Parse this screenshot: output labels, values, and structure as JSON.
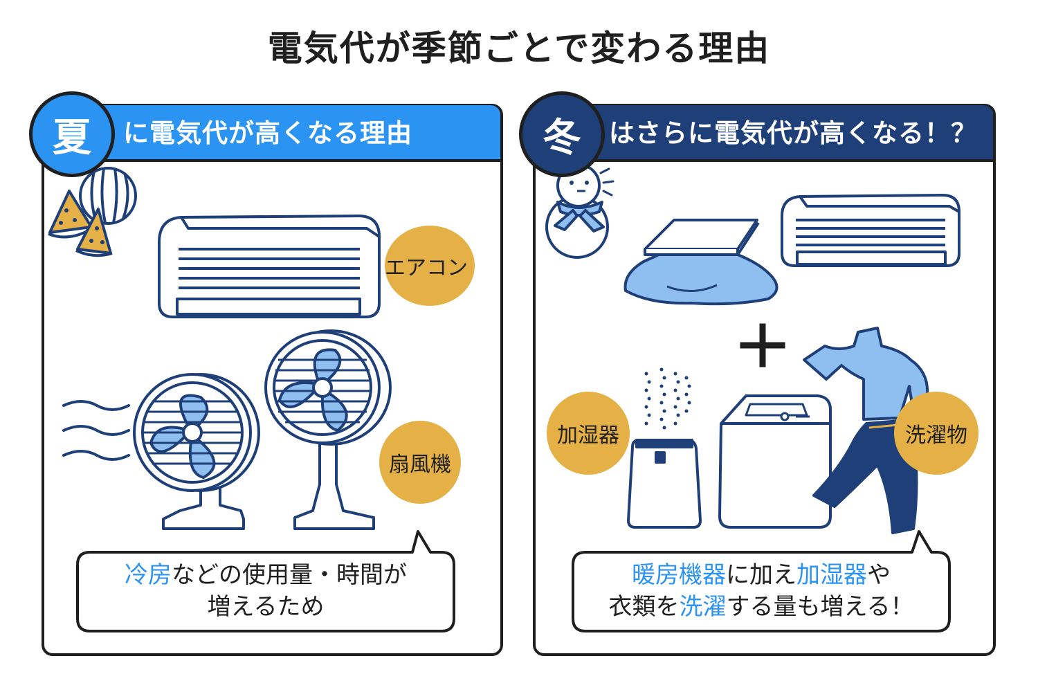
{
  "title": "電気代が季節ごとで変わる理由",
  "summer": {
    "badge": "夏",
    "header": "に電気代が高くなる理由",
    "labels": {
      "ac": "エアコン",
      "fan": "扇風機"
    },
    "bubble": {
      "line1_highlight": "冷房",
      "line1_rest": "などの使用量・時間が",
      "line2": "増えるため"
    }
  },
  "winter": {
    "badge": "冬",
    "header": "はさらに電気代が高くなる！？",
    "labels": {
      "humidifier": "加湿器",
      "laundry": "洗濯物"
    },
    "bubble": {
      "seg1": "暖房機器",
      "seg2": "に加え",
      "seg3": "加湿器",
      "seg4": "や",
      "seg5": "衣類を",
      "seg6": "洗濯",
      "seg7": "する量も増える！"
    }
  },
  "colors": {
    "summer_blue": "#2b93f2",
    "winter_navy": "#1e3f78",
    "label_gold": "#e5b146",
    "light_blue": "#8fbff0",
    "outline": "#1e3f78"
  }
}
